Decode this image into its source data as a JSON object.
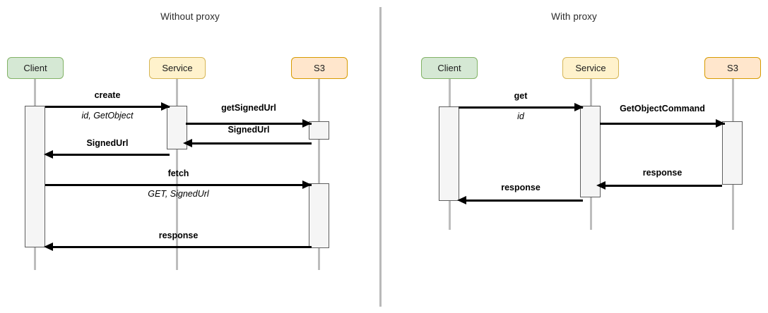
{
  "diagram": {
    "type": "uml-sequence-diagram",
    "colors": {
      "client_fill": "#d5e8d4",
      "client_stroke": "#82b366",
      "service_fill": "#fff2cc",
      "service_stroke": "#d6b656",
      "s3_fill": "#ffe6cc",
      "s3_stroke": "#d79b00",
      "lifeline": "#bdbdbd",
      "activation_fill": "#f5f5f5",
      "activation_stroke": "#5e5e5e",
      "arrow": "#000000",
      "divider": "#b9b9b9",
      "title_text": "#2b2b2b"
    }
  },
  "panels": [
    {
      "id": "without-proxy",
      "title": "Without proxy",
      "participants": [
        {
          "id": "client",
          "label": "Client"
        },
        {
          "id": "service",
          "label": "Service"
        },
        {
          "id": "s3",
          "label": "S3"
        }
      ],
      "messages": [
        {
          "id": "m1",
          "label": "create",
          "sublabel": "id, GetObject",
          "from": "client",
          "to": "service",
          "direction": "right"
        },
        {
          "id": "m2",
          "label": "getSignedUrl",
          "sublabel": "",
          "from": "service",
          "to": "s3",
          "direction": "right"
        },
        {
          "id": "m3",
          "label": "SignedUrl",
          "sublabel": "",
          "from": "s3",
          "to": "service",
          "direction": "left"
        },
        {
          "id": "m4",
          "label": "SignedUrl",
          "sublabel": "",
          "from": "service",
          "to": "client",
          "direction": "left"
        },
        {
          "id": "m5",
          "label": "fetch",
          "sublabel": "GET, SignedUrl",
          "from": "client",
          "to": "s3",
          "direction": "right"
        },
        {
          "id": "m6",
          "label": "response",
          "sublabel": "",
          "from": "s3",
          "to": "client",
          "direction": "left"
        }
      ]
    },
    {
      "id": "with-proxy",
      "title": "With proxy",
      "participants": [
        {
          "id": "client",
          "label": "Client"
        },
        {
          "id": "service",
          "label": "Service"
        },
        {
          "id": "s3",
          "label": "S3"
        }
      ],
      "messages": [
        {
          "id": "n1",
          "label": "get",
          "sublabel": "id",
          "from": "client",
          "to": "service",
          "direction": "right"
        },
        {
          "id": "n2",
          "label": "GetObjectCommand",
          "sublabel": "",
          "from": "service",
          "to": "s3",
          "direction": "right"
        },
        {
          "id": "n3",
          "label": "response",
          "sublabel": "",
          "from": "s3",
          "to": "service",
          "direction": "left"
        },
        {
          "id": "n4",
          "label": "response",
          "sublabel": "",
          "from": "service",
          "to": "client",
          "direction": "left"
        }
      ]
    }
  ]
}
